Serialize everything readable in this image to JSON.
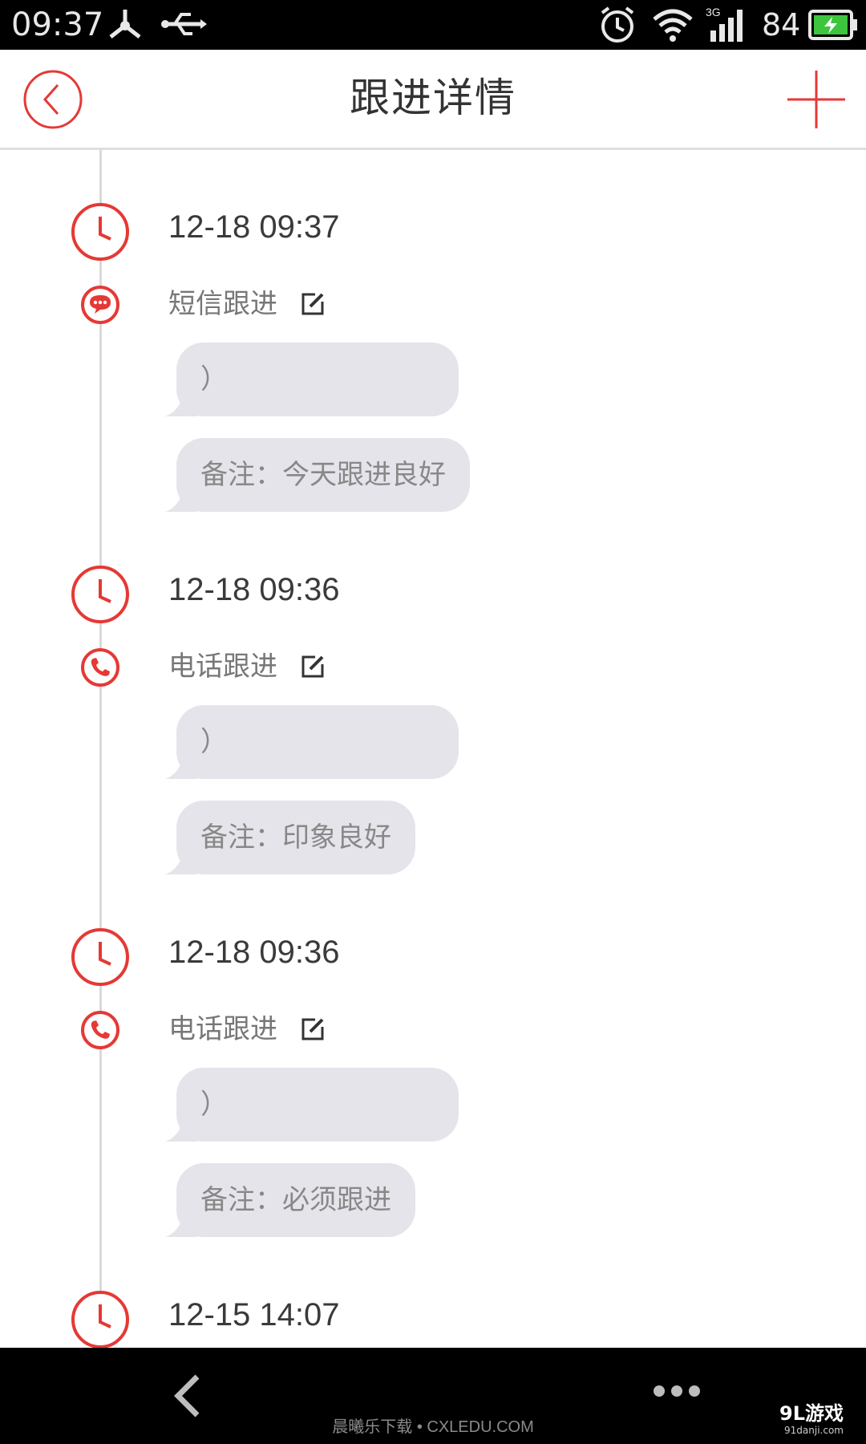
{
  "status_bar": {
    "time": "09:37",
    "battery_percent": "84",
    "network_type": "3G",
    "icons": [
      "usb-tether-icon",
      "usb-icon",
      "alarm-icon",
      "wifi-icon",
      "signal-icon",
      "battery-charging-icon"
    ]
  },
  "header": {
    "title": "跟进详情",
    "back_icon": "back-circle-icon",
    "add_icon": "plus-icon"
  },
  "colors": {
    "accent": "#e53935",
    "bubble": "#e5e4ea",
    "timeline": "#d9d9d9"
  },
  "entries": [
    {
      "time": "12-18 09:37",
      "type_label": "短信跟进",
      "type_icon": "sms-bubble-icon",
      "content": "）",
      "note": "备注：今天跟进良好"
    },
    {
      "time": "12-18 09:36",
      "type_label": "电话跟进",
      "type_icon": "phone-icon",
      "content": "）",
      "note": "备注：印象良好"
    },
    {
      "time": "12-18 09:36",
      "type_label": "电话跟进",
      "type_icon": "phone-icon",
      "content": "）",
      "note": "备注：必须跟进"
    },
    {
      "time": "12-15 14:07"
    }
  ],
  "nav_bar": {
    "watermark": "晨曦乐下载 • CXLEDU.COM",
    "logo_text": "9L游戏",
    "logo_url_text": "91danji.com"
  }
}
